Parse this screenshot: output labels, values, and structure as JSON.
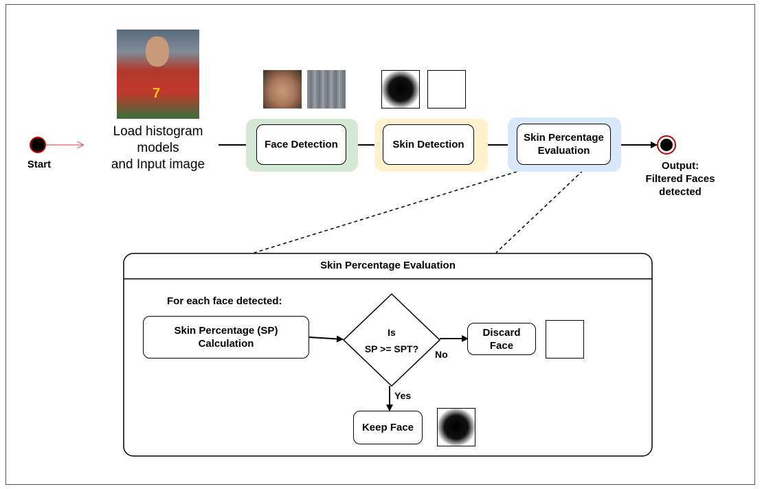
{
  "diagram": {
    "start_label": "Start",
    "load_text": [
      "Load histogram",
      "models",
      "and Input image"
    ],
    "stages": [
      {
        "label": "Face Detection",
        "color": "#d5e8d4"
      },
      {
        "label": "Skin Detection",
        "color": "#fff2cc"
      },
      {
        "label": "Skin Percentage\nEvaluation",
        "color": "#dae8fc"
      }
    ],
    "output_label": [
      "Output:",
      "Filtered Faces",
      "detected"
    ],
    "detail": {
      "title": "Skin Percentage Evaluation",
      "loop_label": "For each face detected:",
      "calc_label": "Skin Percentage (SP)\nCalculation",
      "decision_label": [
        "Is",
        "SP >= SPT?"
      ],
      "no_label": "No",
      "yes_label": "Yes",
      "discard_label": "Discard\nFace",
      "keep_label": "Keep Face"
    },
    "colors": {
      "start_node": "#000000",
      "start_ring": "#cc0000",
      "start_arrow": "#e06060"
    }
  }
}
